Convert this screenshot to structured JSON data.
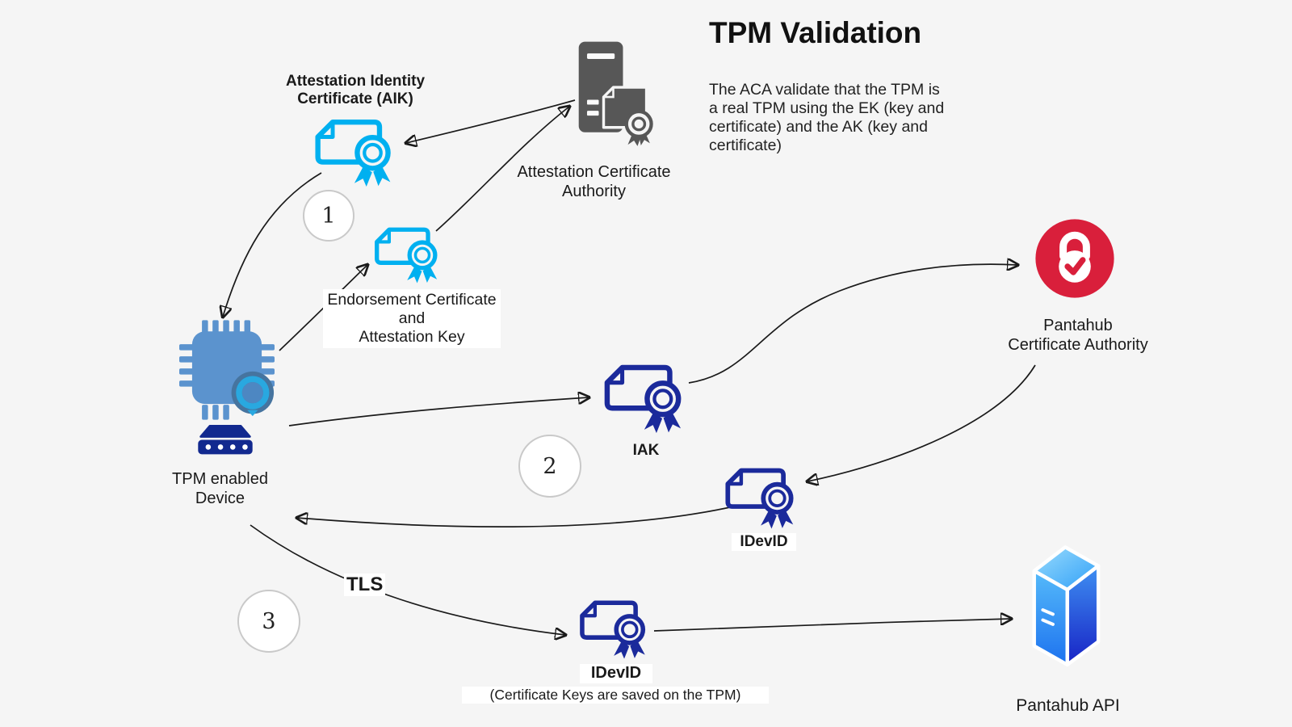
{
  "title": "TPM Validation",
  "description": {
    "lines": [
      "The ACA validate that the TPM is",
      "a real TPM using the EK (key and",
      "certificate) and the AK (key and",
      "certificate)"
    ]
  },
  "nodes": {
    "aik": {
      "lines": [
        "Attestation Identity",
        "Certificate (AIK)"
      ]
    },
    "aca": {
      "lines": [
        "Attestation Certificate",
        "Authority"
      ]
    },
    "endorsement": {
      "lines": [
        "Endorsement Certificate",
        "and",
        "Attestation Key"
      ]
    },
    "tpm_device": {
      "lines": [
        "TPM enabled",
        "Device"
      ]
    },
    "iak": {
      "label": "IAK"
    },
    "pantahub_ca": {
      "lines": [
        "Pantahub",
        "Certificate Authority"
      ]
    },
    "idevid_exchange": {
      "label": "IDevID"
    },
    "idevid_tls": {
      "label": "IDevID",
      "note": "(Certificate Keys are saved on the TPM)"
    },
    "pantahub_api": {
      "label": "Pantahub API"
    }
  },
  "steps": [
    {
      "number": "1"
    },
    {
      "number": "2"
    },
    {
      "number": "3"
    }
  ],
  "edge_labels": {
    "tls": "TLS"
  },
  "icons": {
    "aik": "certificate-icon",
    "endorsement": "certificate-icon",
    "aca": "server-certificate-icon",
    "tpm_chip": "tpm-chip-icon",
    "tpm_router": "network-device-icon",
    "iak": "certificate-icon",
    "pantahub_ca": "lock-check-icon",
    "idevid_exchange": "certificate-icon",
    "idevid_tls": "certificate-icon",
    "pantahub_api": "server-3d-icon"
  },
  "colors": {
    "background": "#f5f5f5",
    "certificate_cyan": "#00b0f0",
    "certificate_navy": "#1b2a9b",
    "chip_blue": "#5b93ce",
    "chip_badge_cyan": "#29a8e0",
    "device_navy": "#12298f",
    "ca_red": "#d91f3b",
    "server_gray": "#575757",
    "arrow_black": "#1a1a1a",
    "step_circle_border": "#c9c9c9",
    "label_bg": "#ffffff",
    "text": "#1a1a1a"
  }
}
